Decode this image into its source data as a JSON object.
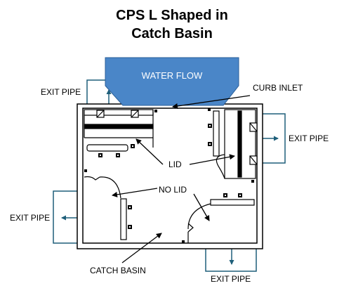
{
  "title": {
    "line1": "CPS L Shaped in",
    "line2": "Catch Basin"
  },
  "labels": {
    "water_flow": "WATER FLOW",
    "curb_inlet": "CURB INLET",
    "exit_pipe_top_left": "EXIT PIPE",
    "exit_pipe_right": "EXIT PIPE",
    "exit_pipe_left": "EXIT PIPE",
    "exit_pipe_bottom": "EXIT PIPE",
    "lid": "LID",
    "no_lid": "NO LID",
    "catch_basin": "CATCH BASIN"
  },
  "colors": {
    "water": "#4a86c8",
    "pipe": "#1f5f7a",
    "line": "#000000"
  }
}
